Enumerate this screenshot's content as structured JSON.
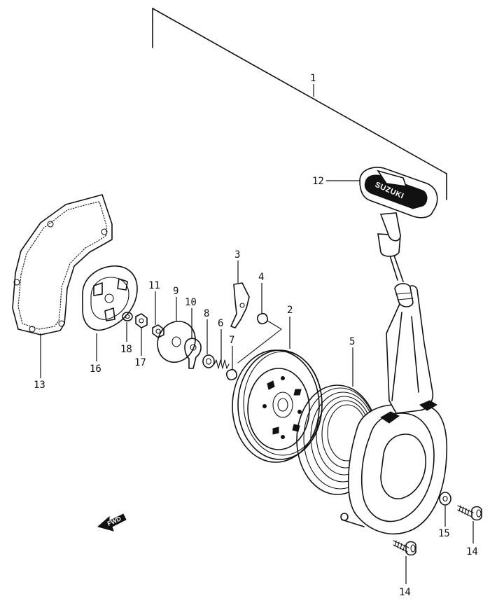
{
  "diagram": {
    "brand_text": "SUZUKI",
    "fwd_text": "FWD",
    "callouts": [
      {
        "id": "callout-1",
        "text": "1"
      },
      {
        "id": "callout-2",
        "text": "2"
      },
      {
        "id": "callout-3",
        "text": "3"
      },
      {
        "id": "callout-4",
        "text": "4"
      },
      {
        "id": "callout-5",
        "text": "5"
      },
      {
        "id": "callout-6",
        "text": "6"
      },
      {
        "id": "callout-7",
        "text": "7"
      },
      {
        "id": "callout-8",
        "text": "8"
      },
      {
        "id": "callout-9",
        "text": "9"
      },
      {
        "id": "callout-10",
        "text": "10"
      },
      {
        "id": "callout-11",
        "text": "11"
      },
      {
        "id": "callout-12",
        "text": "12"
      },
      {
        "id": "callout-13",
        "text": "13"
      },
      {
        "id": "callout-14a",
        "text": "14"
      },
      {
        "id": "callout-14b",
        "text": "14"
      },
      {
        "id": "callout-15",
        "text": "15"
      },
      {
        "id": "callout-16",
        "text": "16"
      },
      {
        "id": "callout-17",
        "text": "17"
      },
      {
        "id": "callout-18",
        "text": "18"
      }
    ]
  }
}
